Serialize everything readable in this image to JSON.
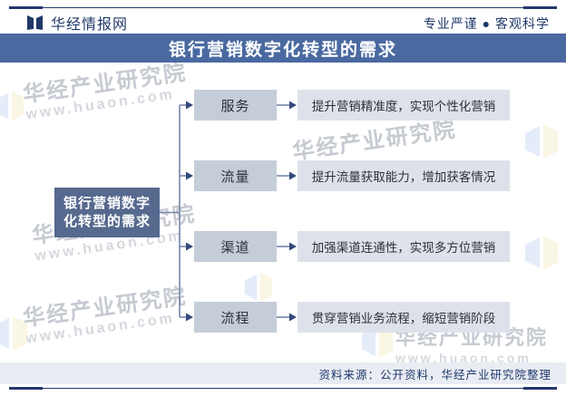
{
  "header": {
    "brand": "华经情报网",
    "slogan": "专业严谨 ● 客观科学"
  },
  "title": "银行营销数字化转型的需求",
  "diagram": {
    "root_lines": [
      "银行营销数字",
      "化转型的需求"
    ],
    "rows": [
      {
        "label": "服务",
        "desc": "提升营销精准度，实现个性化营销"
      },
      {
        "label": "流量",
        "desc": "提升流量获取能力，增加获客情况"
      },
      {
        "label": "渠道",
        "desc": "加强渠道连通性，实现多方位营销"
      },
      {
        "label": "流程",
        "desc": "贯穿营销业务流程，缩短营销阶段"
      }
    ]
  },
  "footer": {
    "source": "资料来源：公开资料，华经产业研究院整理"
  },
  "watermark": {
    "text": "华经产业研究院",
    "url": "www.huaon.com"
  },
  "icons": {
    "logo": "open-book-logo",
    "watermark_logo": "butterfly-logo"
  },
  "colors": {
    "navy": "#1f3868",
    "title_bar": "#4a69a1",
    "root_box": "#56698e",
    "mid_box": "#c5cdd9",
    "right_box": "#dde2ea",
    "footer_bar": "#e9ecf3",
    "connector_line": "#7486ab",
    "arrow_head": "#33497a"
  }
}
